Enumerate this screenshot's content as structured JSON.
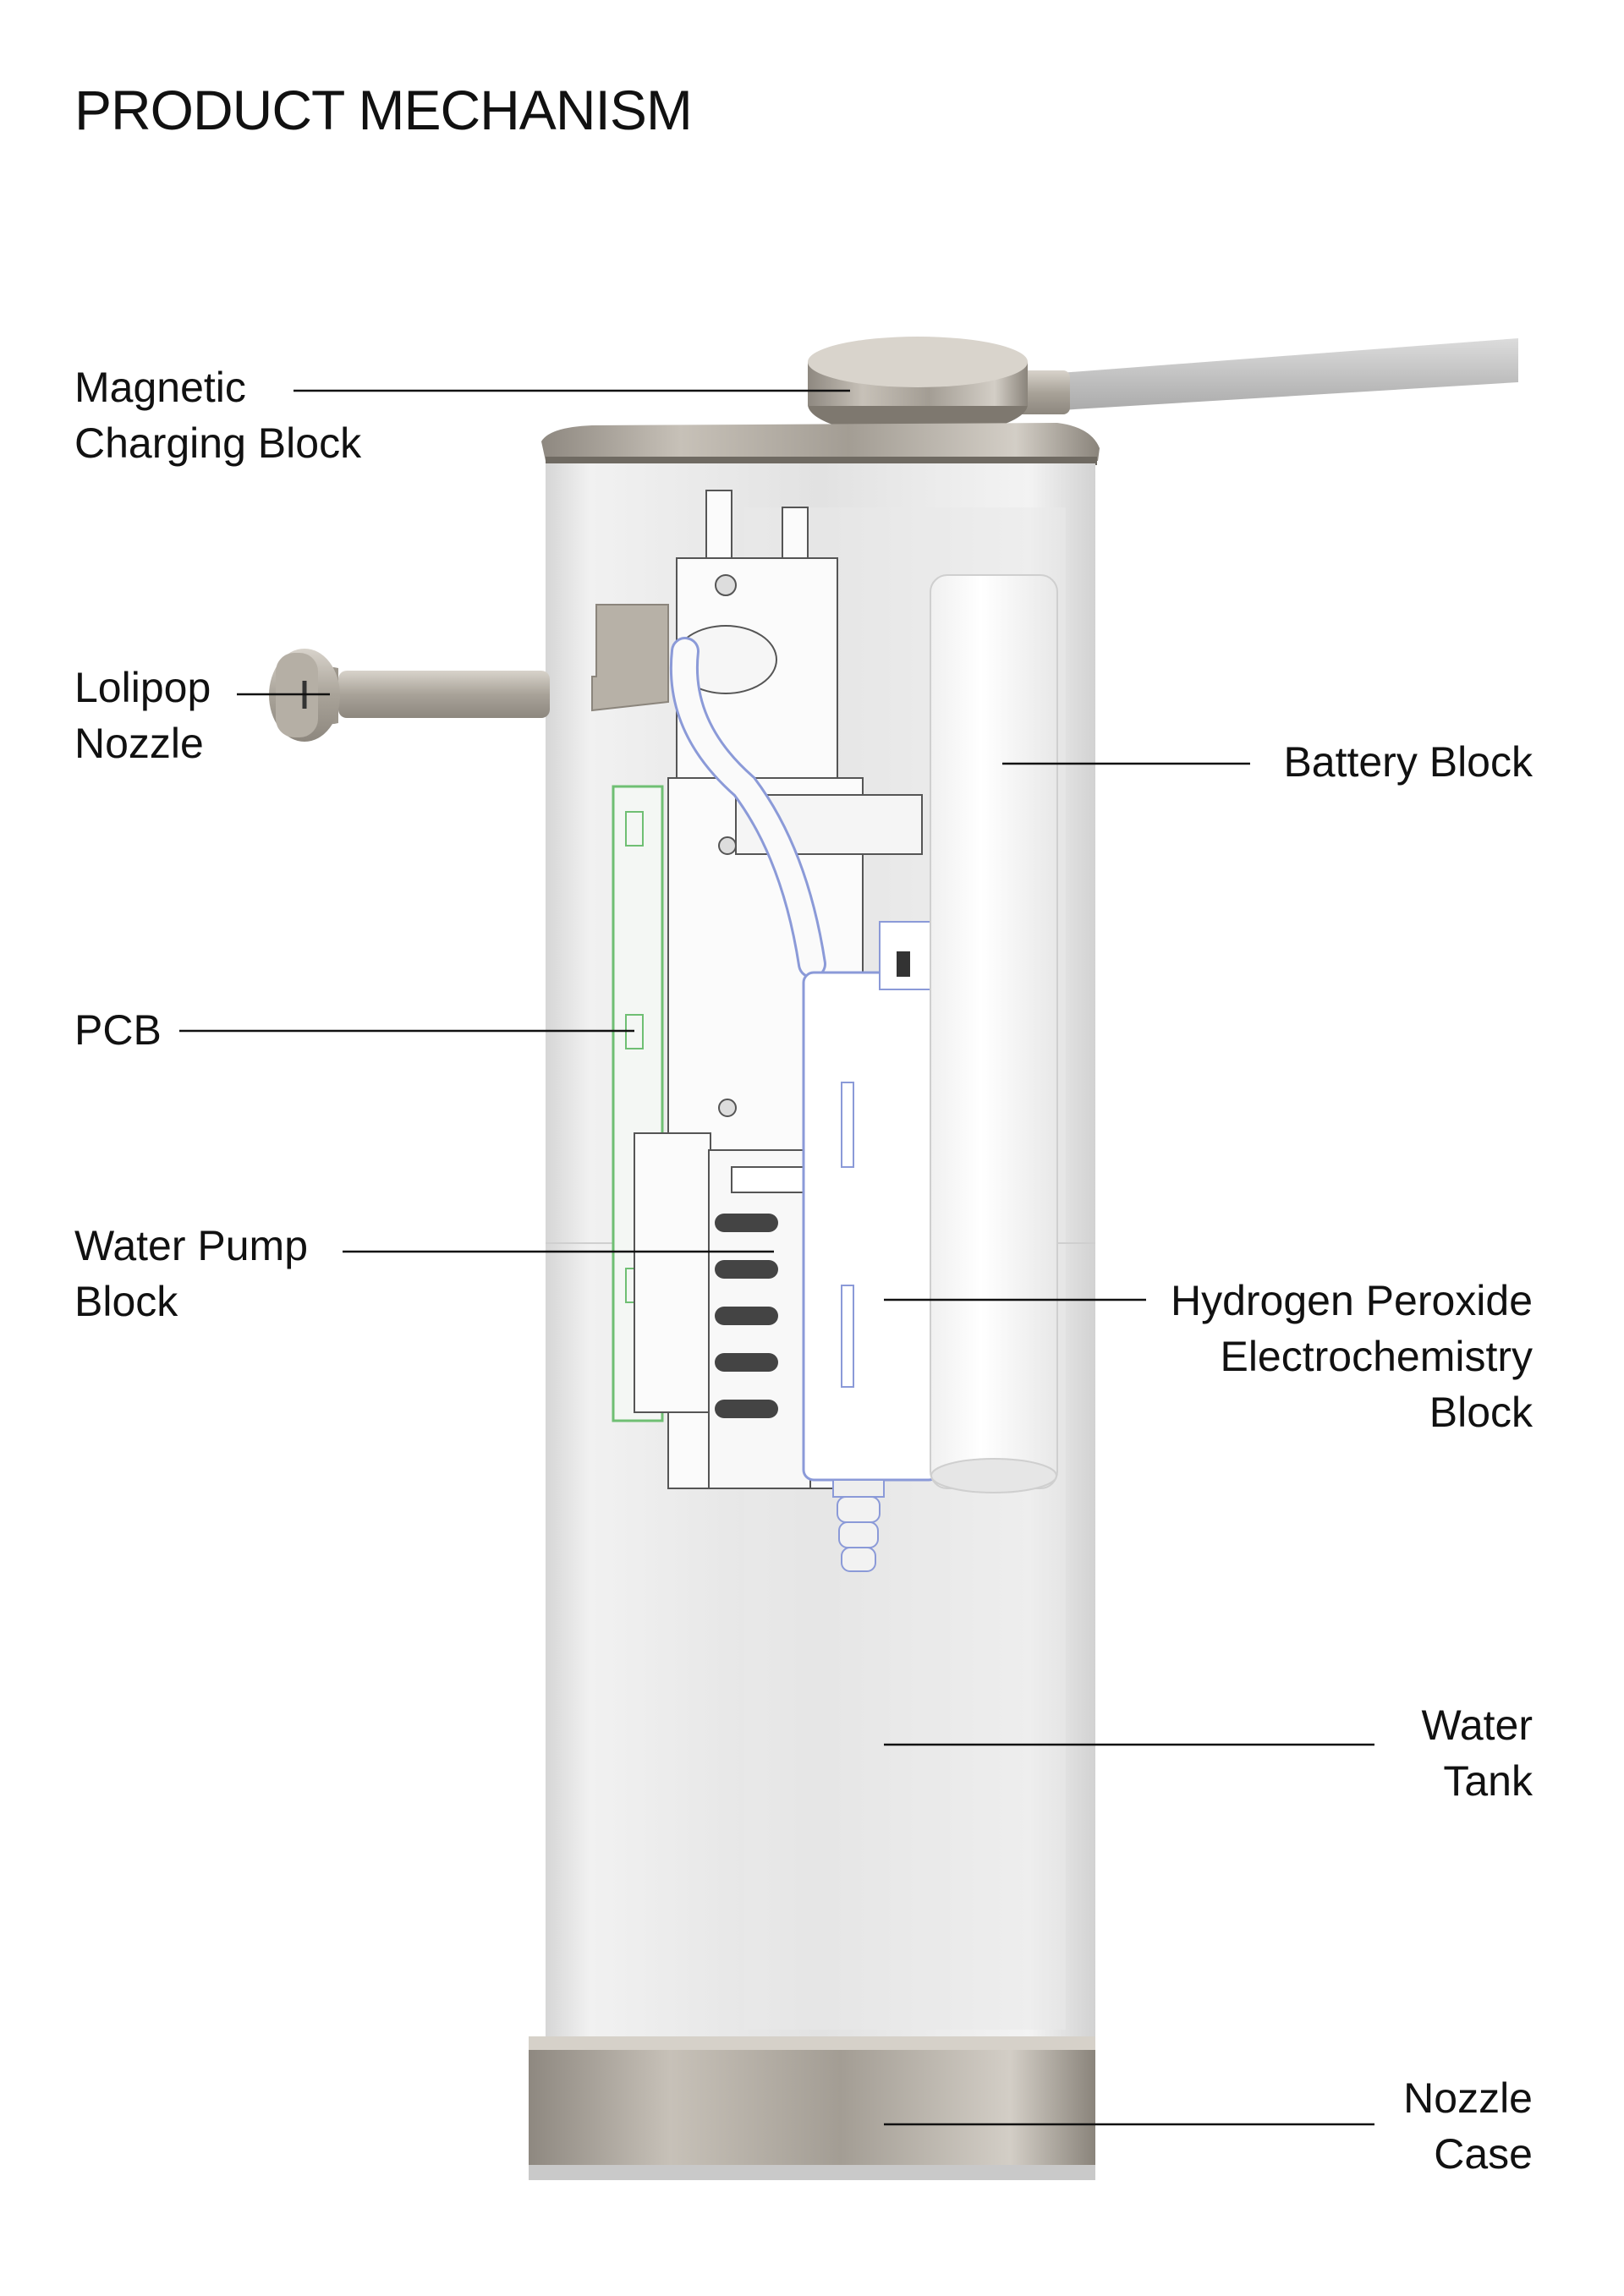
{
  "title": "PRODUCT MECHANISM",
  "labels": {
    "magnetic_charging_block": [
      "Magnetic",
      "Charging Block"
    ],
    "lolipop_nozzle": [
      "Lolipop",
      "Nozzle"
    ],
    "pcb": [
      "PCB"
    ],
    "water_pump_block": [
      "Water Pump",
      "Block"
    ],
    "battery_block": [
      "Battery Block"
    ],
    "hydrogen_peroxide_block": [
      "Hydrogen Peroxide",
      "Electrochemistry",
      "Block"
    ],
    "water_tank": [
      "Water",
      "Tank"
    ],
    "nozzle_case": [
      "Nozzle",
      "Case"
    ]
  },
  "colors": {
    "text": "#111111",
    "leader_line": "#111111",
    "metal": "#b9b3aa",
    "tank": "#e4e4e4",
    "pcb_green": "#6fbf73",
    "tube_blue": "#8b9ad8"
  }
}
